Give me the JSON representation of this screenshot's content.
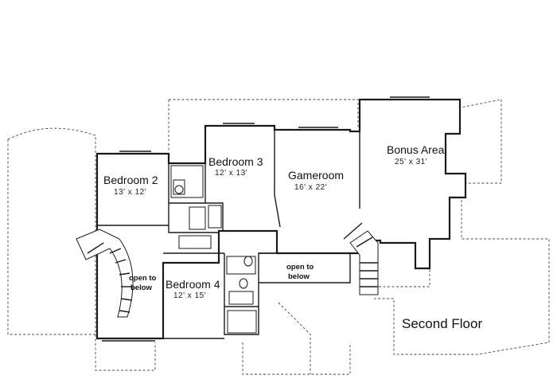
{
  "rooms": {
    "bedroom2": {
      "name": "Bedroom 2",
      "size": "13' x 12'"
    },
    "bedroom3": {
      "name": "Bedroom 3",
      "size": "12' x 13'"
    },
    "gameroom": {
      "name": "Gameroom",
      "size": "16' x 22'"
    },
    "bonus": {
      "name": "Bonus Area",
      "size": "25' x 31'"
    },
    "bedroom4": {
      "name": "Bedroom 4",
      "size": "12' x 15'"
    }
  },
  "notes": {
    "open_left_line1": "open to",
    "open_left_line2": "below",
    "open_right_line1": "open to",
    "open_right_line2": "below"
  },
  "floor_label": "Second Floor"
}
